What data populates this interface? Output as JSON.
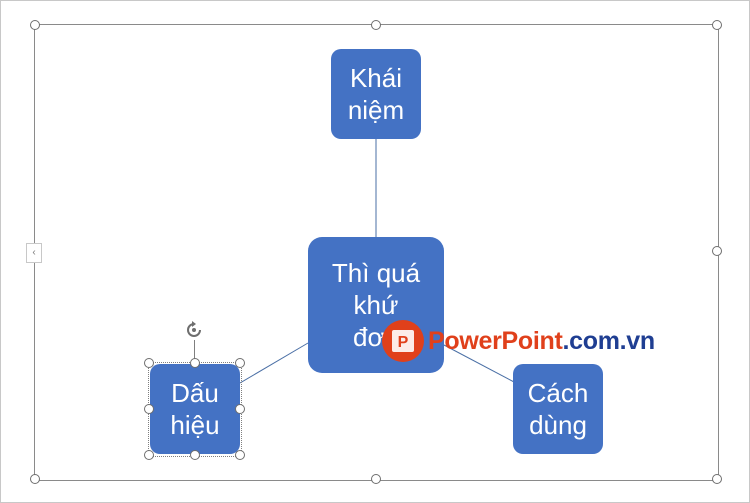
{
  "nodes": {
    "top": "Khái\nniệm",
    "center": "Thì quá\nkhứ\nđơn",
    "left": "Dấu\nhiệu",
    "right": "Cách\ndùng"
  },
  "watermark": {
    "brand": "PowerPoint",
    "domain": ".com.vn",
    "logo_letter": "P"
  },
  "colors": {
    "node_fill": "#4472c4",
    "connector": "#4a6fa5",
    "watermark_brand": "#e0401b",
    "watermark_domain": "#1f3e92"
  },
  "icons": {
    "rotate": "rotate-handle-icon",
    "expand": "chevron-left-icon"
  }
}
